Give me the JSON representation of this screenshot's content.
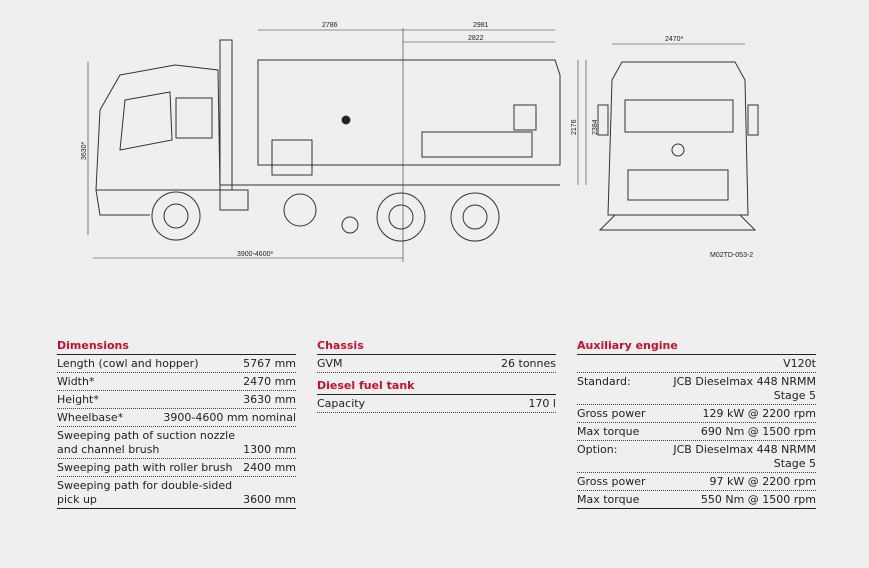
{
  "drawing": {
    "dims": {
      "overall_top": "2786",
      "rear_top": "2981",
      "body_len": "2822",
      "width_front": "2470*",
      "height": "3630*",
      "body_h1": "2176",
      "body_h2": "2384",
      "wheelbase": "3900-4600*"
    },
    "ref": "M02TD-053-2"
  },
  "dimensions": {
    "title": "Dimensions",
    "rows": [
      {
        "k": "Length (cowl and hopper)",
        "v": "5767 mm"
      },
      {
        "k": "Width*",
        "v": "2470 mm"
      },
      {
        "k": "Height*",
        "v": "3630 mm"
      },
      {
        "k": "Wheelbase*",
        "v": "3900-4600 mm nominal"
      },
      {
        "k": "Sweeping path of suction nozzle\nand channel brush",
        "v": "\n1300 mm"
      },
      {
        "k": "Sweeping path with roller brush",
        "v": "2400 mm"
      },
      {
        "k": "Sweeping path for double-sided\npick up",
        "v": "\n3600 mm"
      }
    ]
  },
  "chassis": {
    "title": "Chassis",
    "rows": [
      {
        "k": "GVM",
        "v": "26 tonnes"
      }
    ]
  },
  "fuel": {
    "title": "Diesel fuel tank",
    "rows": [
      {
        "k": "Capacity",
        "v": "170 l"
      }
    ]
  },
  "aux": {
    "title": "Auxiliary engine",
    "rows": [
      {
        "k": "",
        "v": "V120t"
      },
      {
        "k": " Standard:",
        "v": "JCB Dieselmax 448 NRMM\nStage 5"
      },
      {
        "k": "Gross power",
        "v": "129 kW @ 2200 rpm"
      },
      {
        "k": "Max torque",
        "v": "690 Nm @ 1500 rpm"
      },
      {
        "k": " Option:",
        "v": "JCB Dieselmax 448 NRMM\nStage 5"
      },
      {
        "k": "Gross power",
        "v": "97 kW @ 2200 rpm"
      },
      {
        "k": "Max torque",
        "v": "550 Nm @ 1500 rpm"
      }
    ]
  }
}
